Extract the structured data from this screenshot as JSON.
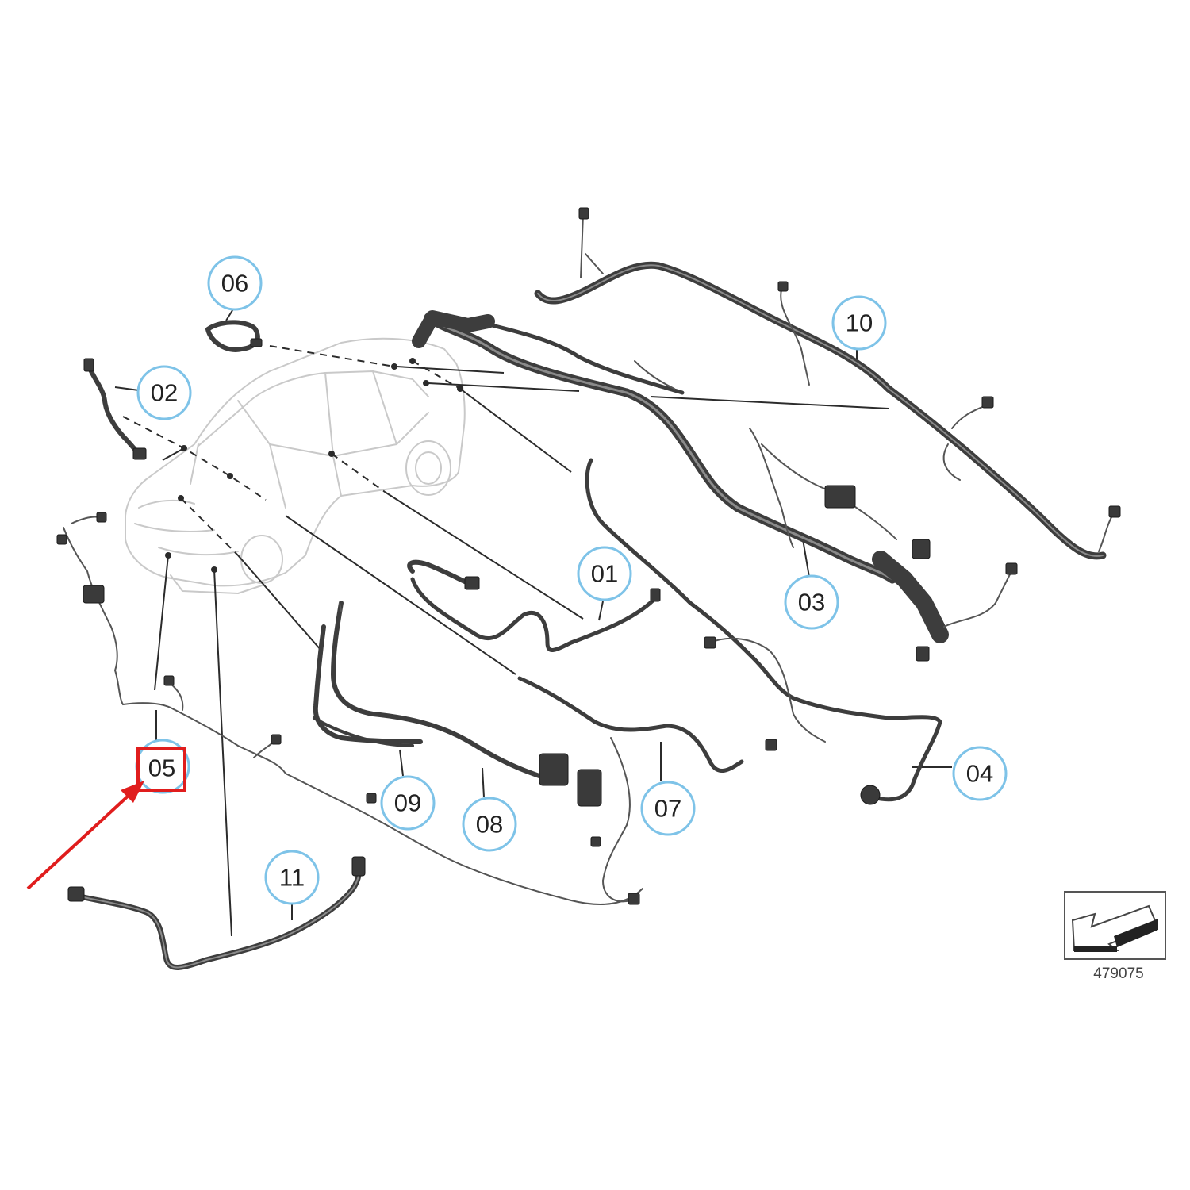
{
  "callouts": {
    "c01": "01",
    "c02": "02",
    "c03": "03",
    "c04": "04",
    "c05": "05",
    "c06": "06",
    "c07": "07",
    "c08": "08",
    "c09": "09",
    "c10": "10",
    "c11": "11"
  },
  "highlight": {
    "part": "05",
    "color": "#e01d1d"
  },
  "reference_number": "479075",
  "colors": {
    "callout_ring": "#7ec3e8",
    "harness": "#3d3d3d",
    "car_outline": "#c9c9c9",
    "highlight": "#e01d1d"
  }
}
